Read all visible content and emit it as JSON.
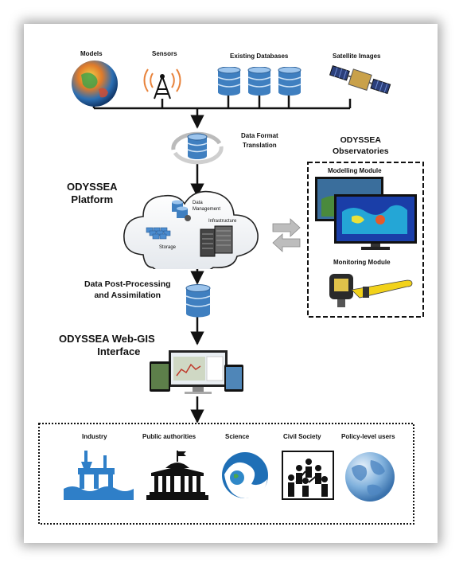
{
  "sources": {
    "models": "Models",
    "sensors": "Sensors",
    "databases": "Existing Databases",
    "satellite": "Satellite Images"
  },
  "translation": {
    "line1": "Data Format",
    "line2": "Translation"
  },
  "platform": {
    "title1": "ODYSSEA",
    "title2": "Platform",
    "data_mgmt1": "Data",
    "data_mgmt2": "Management",
    "infrastructure": "Infrastructure",
    "storage": "Storage"
  },
  "observatories": {
    "title1": "ODYSSEA",
    "title2": "Observatories",
    "modelling": "Modelling Module",
    "monitoring": "Monitoring Module"
  },
  "postprocessing": {
    "line1": "Data Post-Processing",
    "line2": "and Assimilation"
  },
  "webgis": {
    "line1": "ODYSSEA Web-GIS",
    "line2": "Interface"
  },
  "users": [
    {
      "label": "Industry",
      "icon": "oil-rig-icon"
    },
    {
      "label": "Public authorities",
      "icon": "government-building-icon"
    },
    {
      "label": "Science",
      "icon": "earth-wave-icon"
    },
    {
      "label": "Civil Society",
      "icon": "people-group-icon"
    },
    {
      "label": "Policy-level users",
      "icon": "globe-icon"
    }
  ],
  "colors": {
    "db_blue": "#3f7fc0",
    "industry_blue": "#2f7fc8",
    "dark": "#111111"
  }
}
